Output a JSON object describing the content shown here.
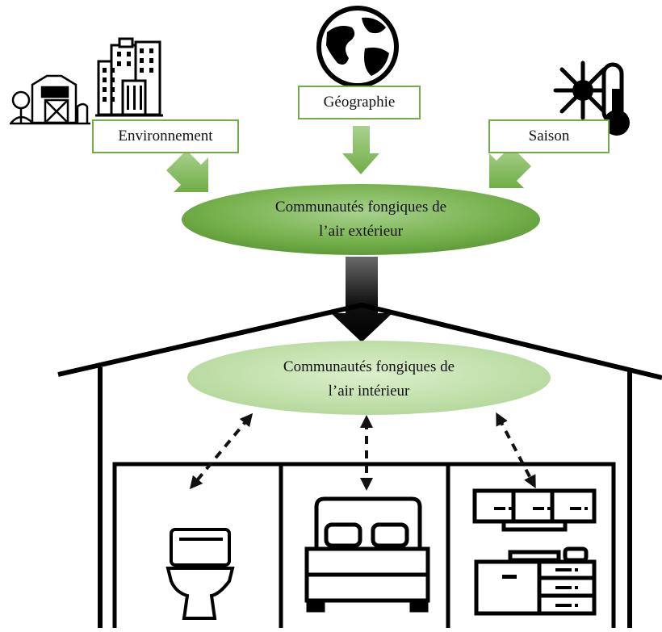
{
  "factors": {
    "environment": "Environnement",
    "geography": "Géographie",
    "season": "Saison"
  },
  "outdoor": {
    "line1": "Communautés fongiques de",
    "line2": "l’air extérieur"
  },
  "indoor": {
    "line1": "Communautés fongiques de",
    "line2": "l’air intérieur"
  },
  "icons": {
    "farm": "farm-barn-icon",
    "city": "city-buildings-icon",
    "globe": "globe-icon",
    "weather": "snowflake-thermometer-icon",
    "toilet": "toilet-icon",
    "bed": "bed-icon",
    "kitchen": "kitchen-cabinets-icon"
  },
  "colors": {
    "label_border": "#70ad47",
    "arrow_green": "#70ad47",
    "outdoor_fill": "#70ad47",
    "indoor_fill": "#b9dc9f"
  }
}
